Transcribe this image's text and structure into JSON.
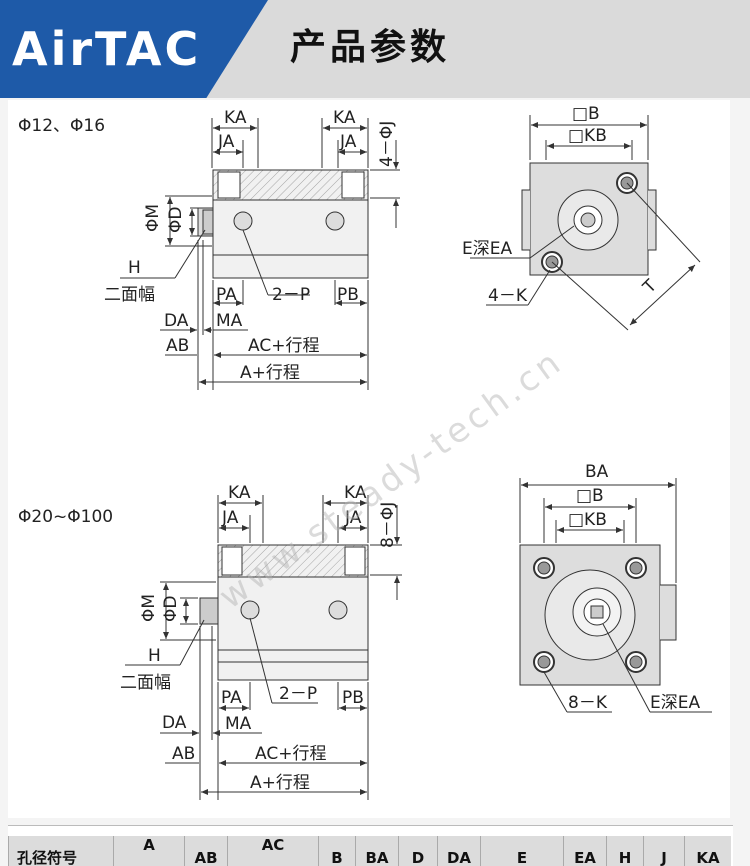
{
  "header": {
    "brand": "AirTAC",
    "title": "产品参数",
    "accent": "#1e5aa8",
    "background": "#dadada"
  },
  "top_section": {
    "size_label": "Φ12、Φ16",
    "labels": {
      "ka": "KA",
      "ja": "JA",
      "j": "4－ΦJ",
      "m": "ΦM",
      "d": "ΦD",
      "h": "H",
      "flats": "二面幅",
      "pa": "PA",
      "p": "2－P",
      "pb": "PB",
      "da": "DA",
      "ma": "MA",
      "ab": "AB",
      "ac": "AC+行程",
      "a": "A+行程"
    },
    "end_view": {
      "b": "□B",
      "kb": "□KB",
      "e": "E深EA",
      "k": "4－K",
      "t": "T"
    }
  },
  "bottom_section": {
    "size_label": "Φ20~Φ100",
    "labels": {
      "ka": "KA",
      "ja": "JA",
      "j": "8－ΦJ",
      "m": "ΦM",
      "d": "ΦD",
      "h": "H",
      "flats": "二面幅",
      "pa": "PA",
      "p": "2－P",
      "pb": "PB",
      "da": "DA",
      "ma": "MA",
      "ab": "AB",
      "ac": "AC+行程",
      "a": "A+行程"
    },
    "end_view": {
      "ba": "BA",
      "b": "□B",
      "kb": "□KB",
      "k": "8－K",
      "e": "E深EA"
    }
  },
  "watermark": "www.steady-tech.cn",
  "table_header": {
    "c0": "孔径符号",
    "c1": "A",
    "c2": "AB",
    "c3": "AC",
    "c4": "B",
    "c5": "BA",
    "c6": "D",
    "c7": "DA",
    "c8": "E",
    "c9": "EA",
    "c10": "H",
    "c11": "J",
    "c12": "KA"
  }
}
